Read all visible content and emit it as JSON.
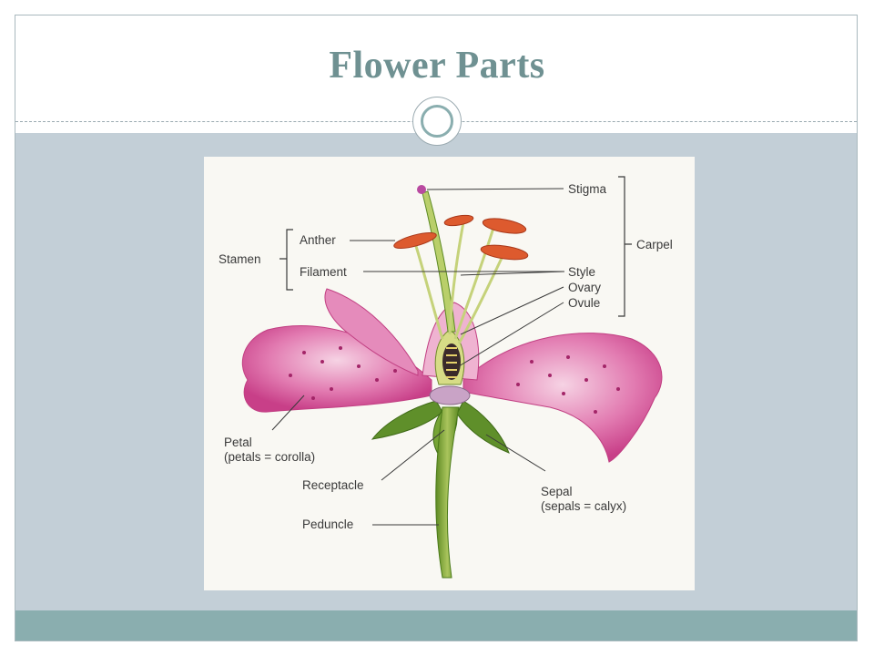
{
  "slide": {
    "title": "Flower Parts"
  },
  "diagram": {
    "labels": {
      "stigma": "Stigma",
      "carpel": "Carpel",
      "anther": "Anther",
      "stamen": "Stamen",
      "filament": "Filament",
      "style": "Style",
      "ovary": "Ovary",
      "ovule": "Ovule",
      "petal": "Petal",
      "petal_note": "(petals = corolla)",
      "receptacle": "Receptacle",
      "sepal": "Sepal",
      "sepal_note": "(sepals = calyx)",
      "peduncle": "Peduncle"
    }
  },
  "colors": {
    "title": "#6f9192",
    "content_band": "#c3cfd7",
    "footer_band": "#8aaeaf",
    "petal": "#d9559a",
    "petal_light": "#f3c6dc",
    "stem": "#6f9a2e",
    "anther": "#d9532c"
  }
}
